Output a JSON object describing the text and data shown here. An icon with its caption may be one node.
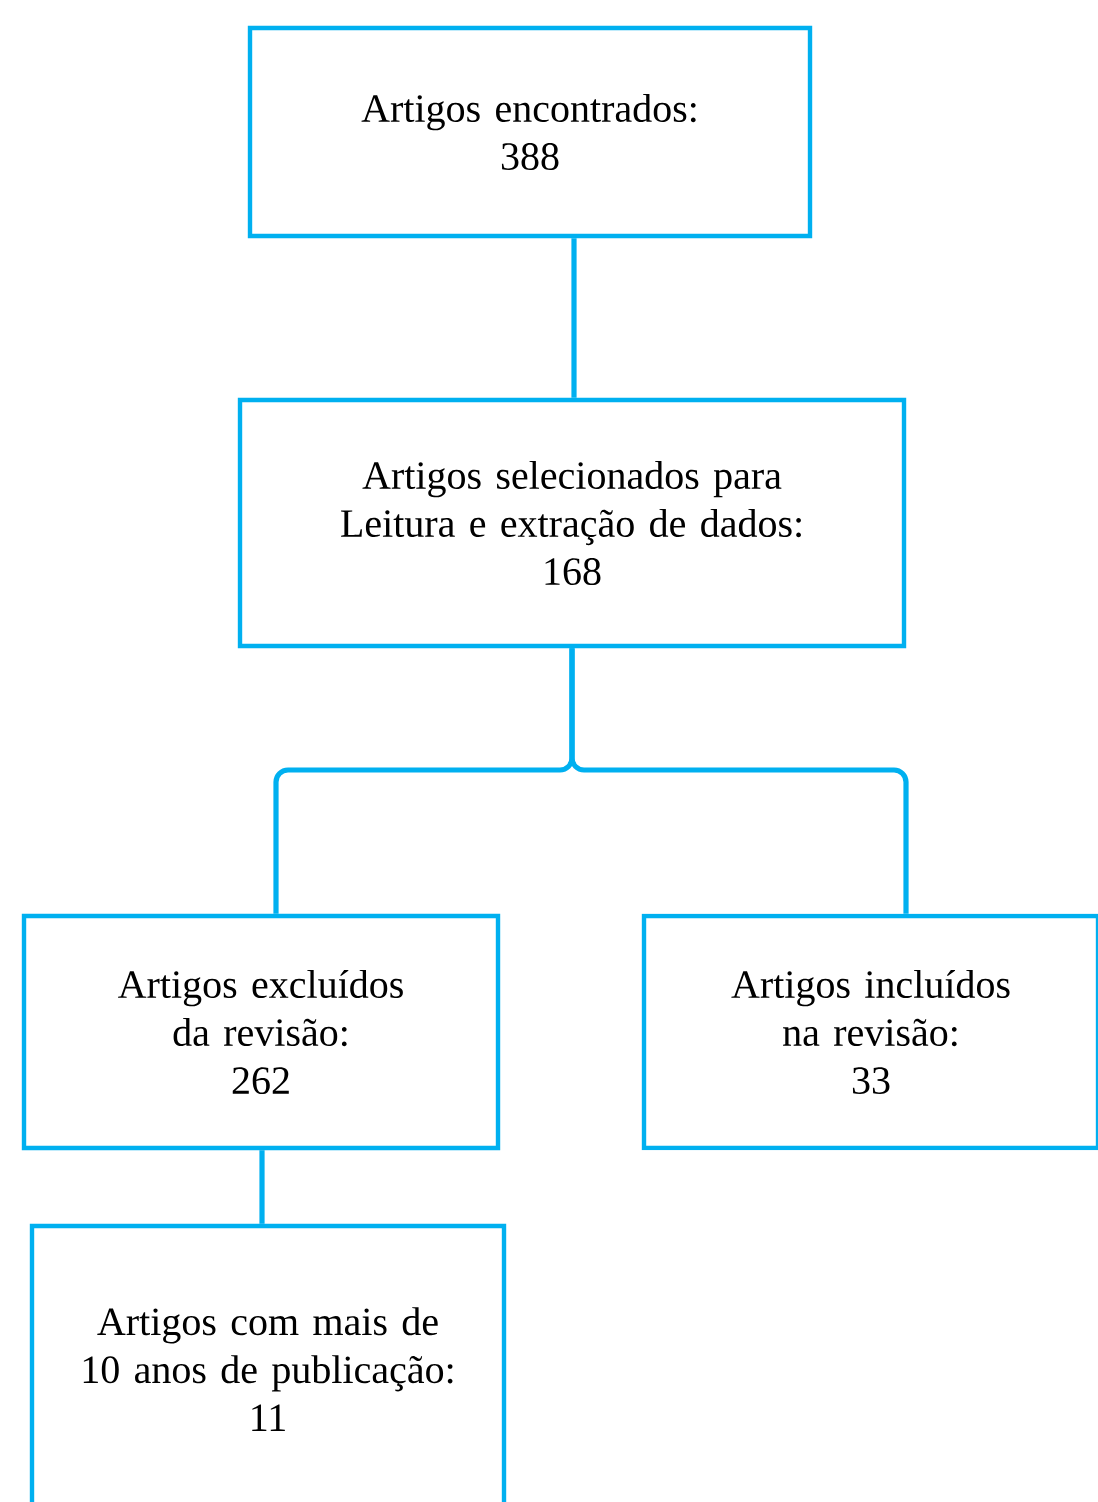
{
  "diagram": {
    "nodes": [
      {
        "text": [
          "Artigos encontrados:",
          "388"
        ]
      },
      {
        "text": [
          "Artigos selecionados para Leitura e extração de dados:",
          "168"
        ]
      },
      {
        "text": [
          "Artigos excluídos da revisão:",
          "262"
        ]
      },
      {
        "text": [
          "Artigos incluídos na revisão:",
          "33"
        ]
      },
      {
        "text": [
          "Artigos com mais de 10 anos de publicação:",
          "11"
        ]
      }
    ],
    "edges": [
      {
        "from": 0,
        "to": 1,
        "arrow": "none"
      },
      {
        "from": 1,
        "to": 2,
        "arrow": "none"
      },
      {
        "from": 1,
        "to": 3,
        "arrow": "none"
      },
      {
        "from": 2,
        "to": 4,
        "arrow": "none"
      }
    ]
  }
}
